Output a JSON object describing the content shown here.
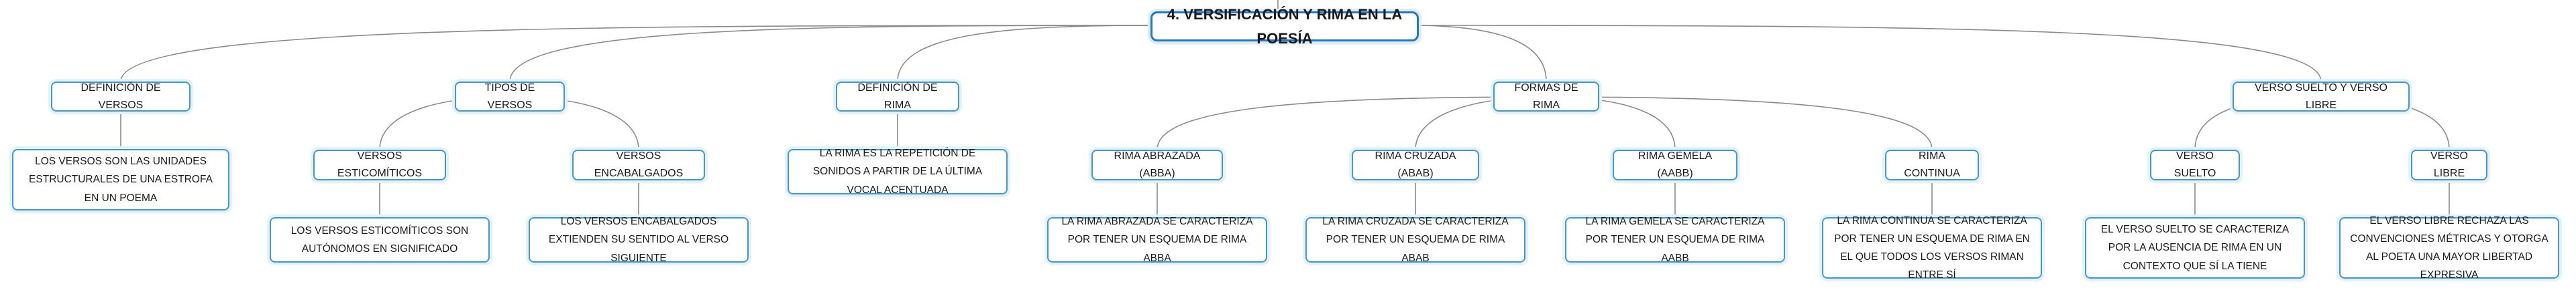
{
  "root": {
    "label": "4. VERSIFICACIÓN Y RIMA EN LA POESÍA"
  },
  "definicion_versos": {
    "label": "DEFINICIÓN DE VERSOS",
    "text": "LOS VERSOS SON LAS UNIDADES ESTRUCTURALES DE UNA ESTROFA EN UN POEMA"
  },
  "tipos_versos": {
    "label": "TIPOS DE VERSOS",
    "esticomiticos": {
      "label": "VERSOS ESTICOMÍTICOS",
      "text": "LOS VERSOS ESTICOMÍTICOS SON AUTÓNOMOS EN SIGNIFICADO"
    },
    "encabalgados": {
      "label": "VERSOS ENCABALGADOS",
      "text": "LOS VERSOS ENCABALGADOS EXTIENDEN SU SENTIDO AL VERSO SIGUIENTE"
    }
  },
  "definicion_rima": {
    "label": "DEFINICIÓN DE RIMA",
    "text": "LA RIMA ES LA REPETICIÓN DE SONIDOS A PARTIR DE LA ÚLTIMA VOCAL ACENTUADA"
  },
  "formas_rima": {
    "label": "FORMAS DE RIMA",
    "abrazada": {
      "label": "RIMA ABRAZADA (ABBA)",
      "text": "LA RIMA ABRAZADA SE CARACTERIZA POR TENER UN ESQUEMA DE RIMA ABBA"
    },
    "cruzada": {
      "label": "RIMA CRUZADA (ABAB)",
      "text": "LA RIMA CRUZADA SE CARACTERIZA POR TENER UN ESQUEMA DE RIMA ABAB"
    },
    "gemela": {
      "label": "RIMA GEMELA (AABB)",
      "text": "LA RIMA GEMELA SE CARACTERIZA POR TENER UN ESQUEMA DE RIMA AABB"
    },
    "continua": {
      "label": "RIMA CONTINUA",
      "text": "LA RIMA CONTINUA SE CARACTERIZA POR TENER UN ESQUEMA DE RIMA EN EL QUE TODOS LOS VERSOS RIMAN ENTRE SÍ"
    }
  },
  "verso_suelto_libre": {
    "label": "VERSO SUELTO Y VERSO LIBRE",
    "suelto": {
      "label": "VERSO SUELTO",
      "text": "EL VERSO SUELTO SE CARACTERIZA POR LA AUSENCIA DE RIMA EN UN CONTEXTO QUE SÍ LA TIENE"
    },
    "libre": {
      "label": "VERSO LIBRE",
      "text": "EL VERSO LIBRE RECHAZA LAS CONVENCIONES MÉTRICAS Y OTORGA AL POETA UNA MAYOR LIBERTAD EXPRESIVA"
    }
  },
  "colors": {
    "node_border": "#3b9bd8",
    "root_border": "#1f78c1",
    "connector": "#8a8a8a"
  }
}
